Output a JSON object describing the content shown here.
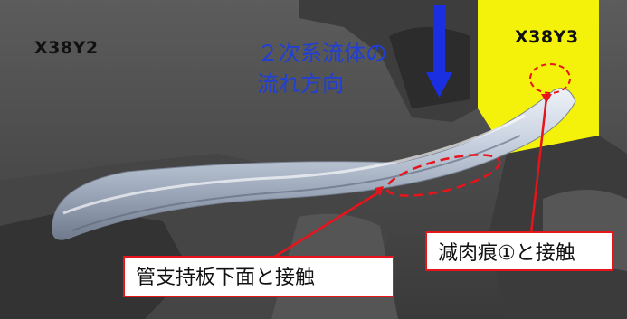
{
  "labels": {
    "left_cell": "X38Y2",
    "right_cell": "X38Y3"
  },
  "flow_direction": {
    "line1": "２次系流体の",
    "line2": "流れ方向",
    "arrow_color": "#1a2fe0"
  },
  "callouts": {
    "wear_mark": "減肉痕①と接触",
    "support_plate": "管支持板下面と接触"
  },
  "colors": {
    "highlight_yellow": "#f4f20a",
    "callout_red": "#e8141b",
    "text_blue": "#1f3fd6"
  }
}
